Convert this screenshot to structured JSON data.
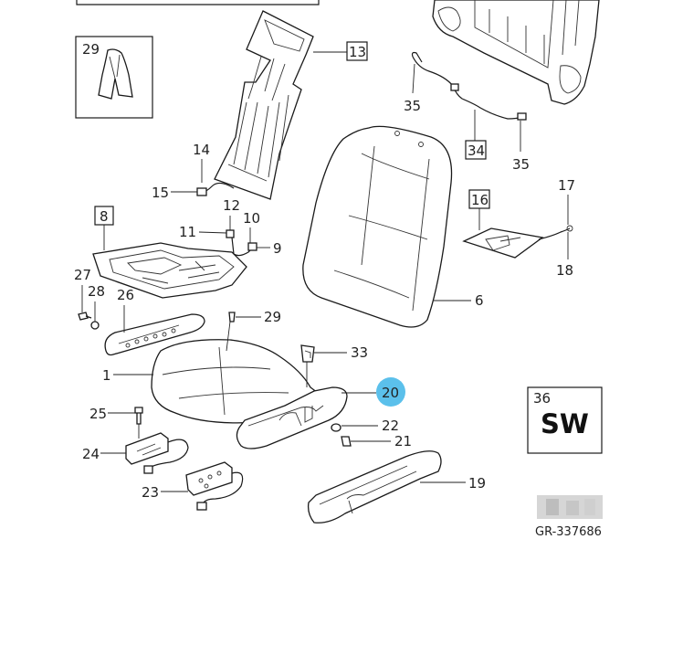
{
  "diagram": {
    "reference_code": "GR-337686",
    "highlight_color": "#5bc0eb",
    "callouts": {
      "c1": "1",
      "c6": "6",
      "c8": "8",
      "c9": "9",
      "c10": "10",
      "c11": "11",
      "c12": "12",
      "c13": "13",
      "c14": "14",
      "c15": "15",
      "c16": "16",
      "c17": "17",
      "c18": "18",
      "c19": "19",
      "c20": "20",
      "c21": "21",
      "c22": "22",
      "c23": "23",
      "c24": "24",
      "c25": "25",
      "c26": "26",
      "c27": "27",
      "c28": "28",
      "c29a": "29",
      "c29b": "29",
      "c33": "33",
      "c34": "34",
      "c35a": "35",
      "c35b": "35",
      "c36": "36"
    },
    "badge_sw": "SW"
  }
}
